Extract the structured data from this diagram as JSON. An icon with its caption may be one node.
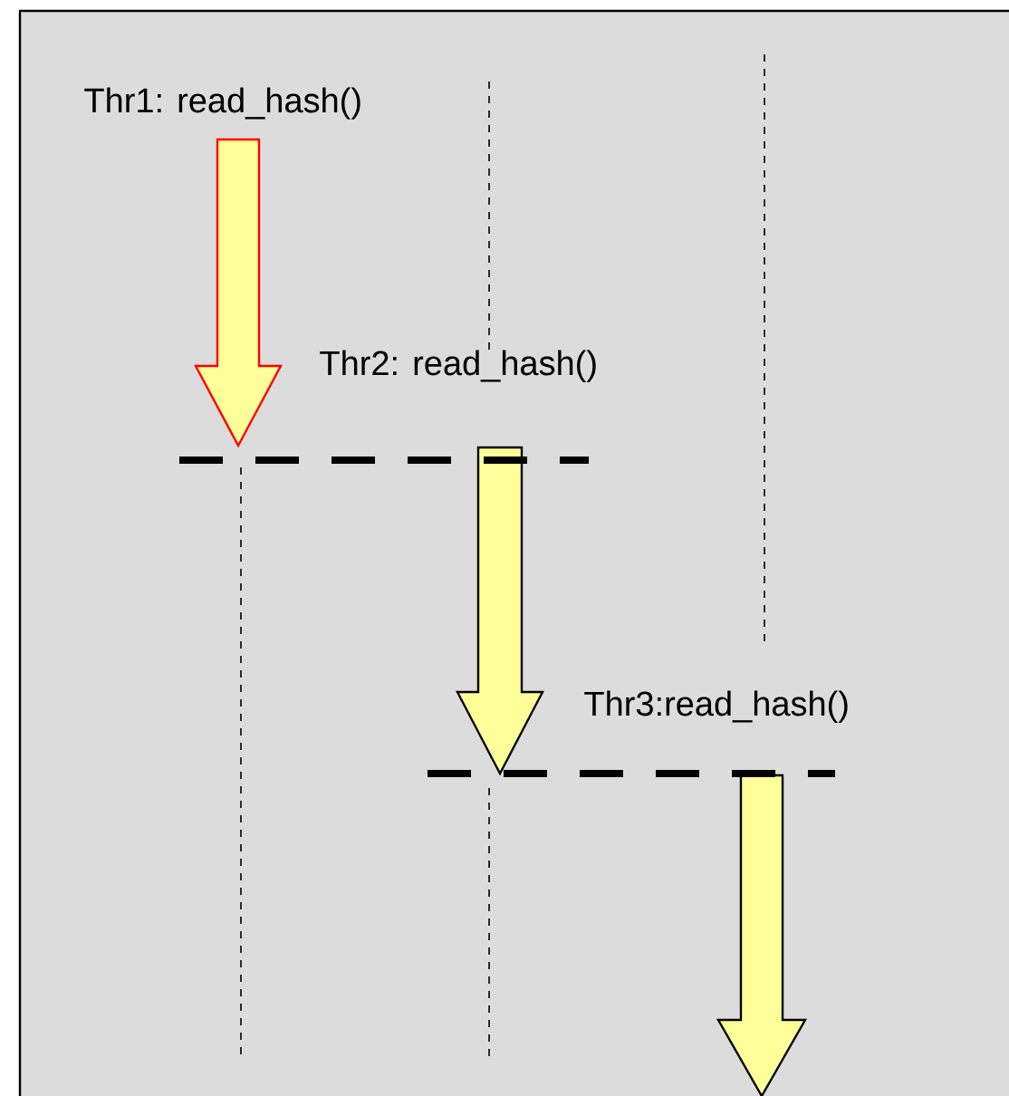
{
  "diagram": {
    "labels": [
      "Thr1: read_hash()",
      "Thr2: read_hash()",
      "Thr3:read_hash()"
    ]
  }
}
